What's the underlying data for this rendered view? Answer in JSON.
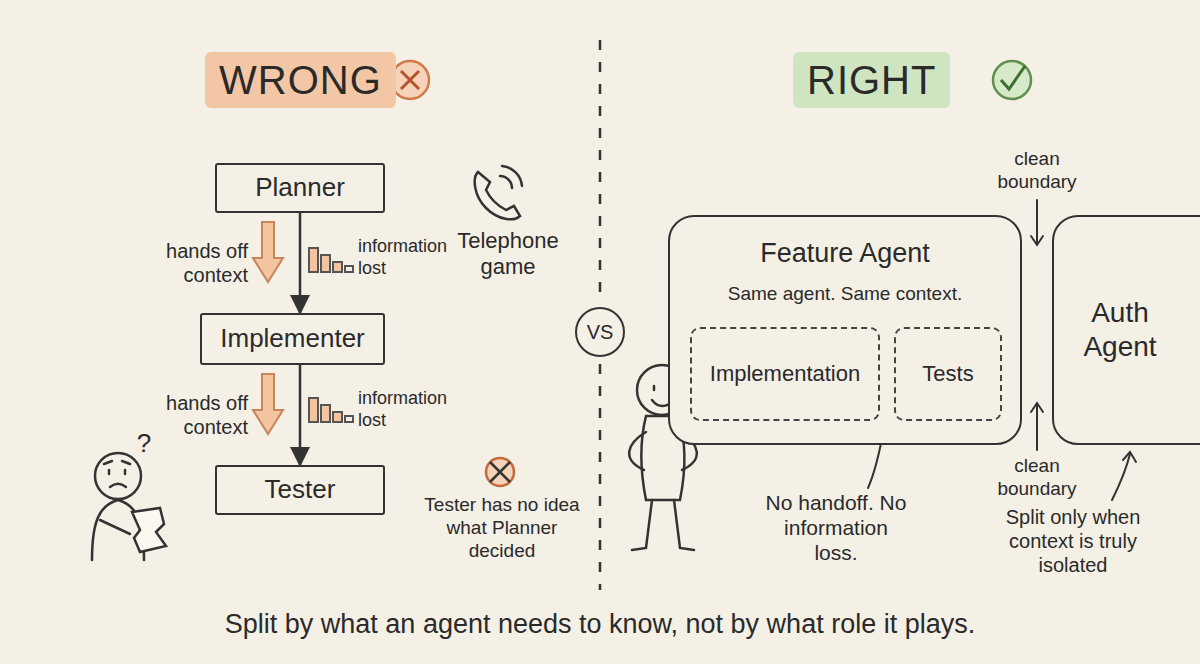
{
  "diagram": {
    "caption": "Split by what an agent needs to know, not by what role it plays.",
    "nodes": [
      {
        "text": [
          "Planner"
        ]
      },
      {
        "text": [
          "Implementer"
        ]
      },
      {
        "text": [
          "Tester"
        ]
      },
      {
        "text": [
          "Feature Agent",
          "Same agent. Same context."
        ]
      },
      {
        "text": [
          "Implementation"
        ],
        "in": 3
      },
      {
        "text": [
          "Tests"
        ],
        "in": 3
      },
      {
        "text": [
          "Auth Agent"
        ]
      },
      {
        "text": [
          "VS"
        ]
      }
    ],
    "edges": [
      {
        "from": 0,
        "to": 1,
        "label": "hands off context",
        "arrow": "to"
      },
      {
        "from": 1,
        "to": 2,
        "label": "hands off context",
        "arrow": "to"
      }
    ],
    "labels": [
      "WRONG",
      "RIGHT",
      "information lost",
      "Telephone game",
      "information lost",
      "?",
      "Tester has no idea what Planner decided",
      "clean boundary",
      "No handoff. No information loss.",
      "clean boundary",
      "Split only when context is truly isolated"
    ]
  }
}
